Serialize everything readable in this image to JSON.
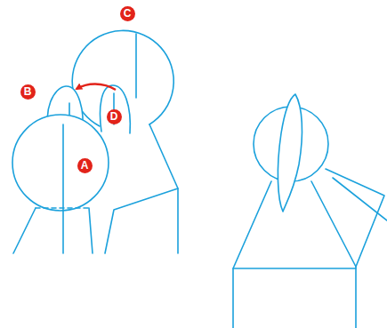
{
  "diagram": {
    "labels": [
      "C",
      "B",
      "D",
      "A"
    ]
  }
}
